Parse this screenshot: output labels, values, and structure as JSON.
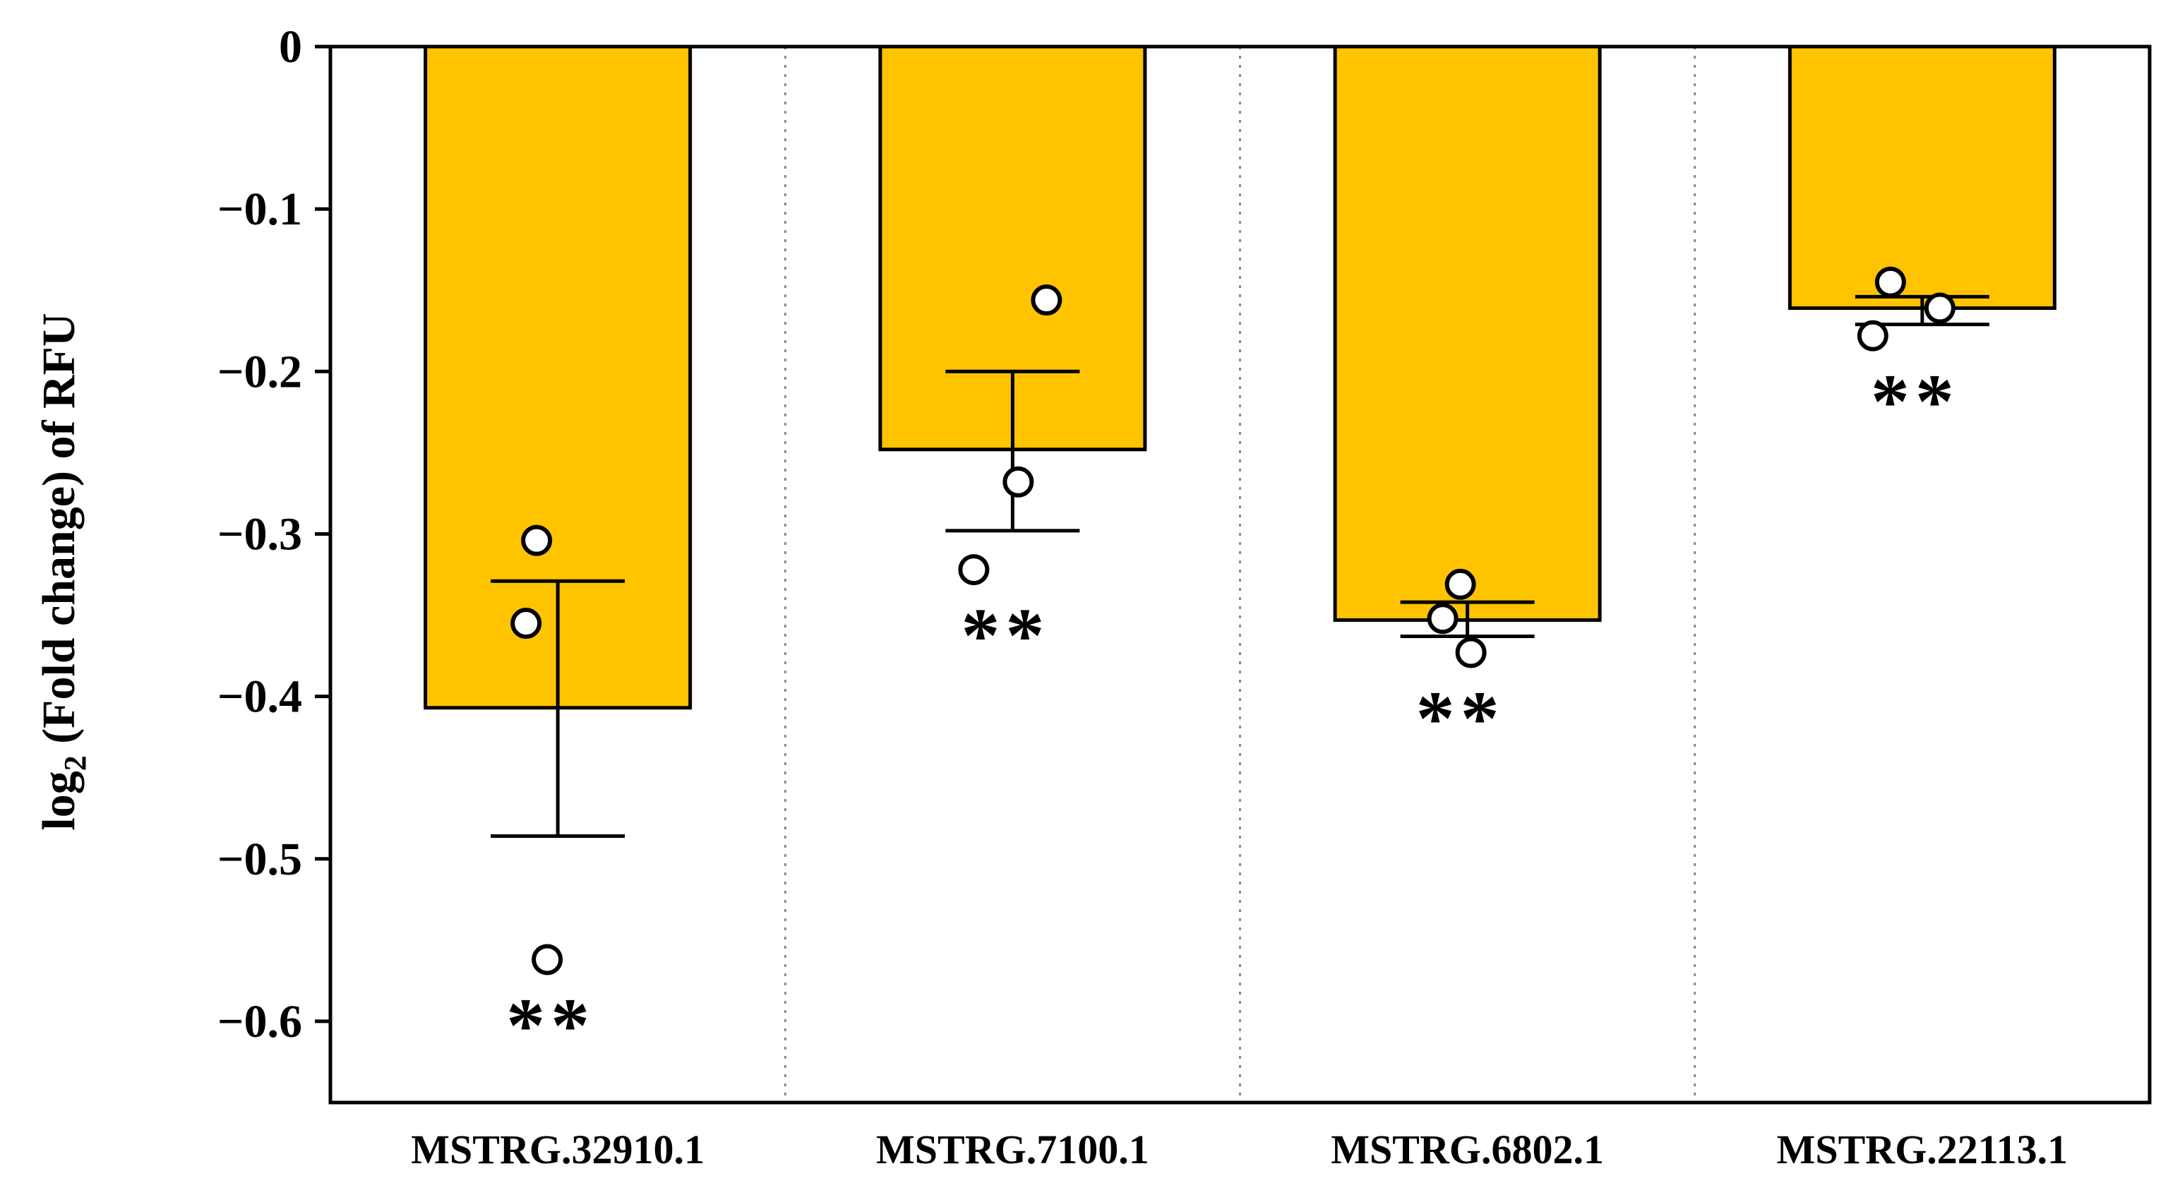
{
  "chart_data": {
    "type": "bar",
    "title": "",
    "ylabel_main": "log",
    "ylabel_sub": "2",
    "ylabel_rest": " (Fold change) of RFU",
    "xlabel": "",
    "categories": [
      "MSTRG.32910.1",
      "MSTRG.7100.1",
      "MSTRG.6802.1",
      "MSTRG.22113.1"
    ],
    "values": [
      -0.407,
      -0.248,
      -0.353,
      -0.161
    ],
    "error_low": [
      -0.486,
      -0.298,
      -0.363,
      -0.171
    ],
    "error_high": [
      -0.329,
      -0.2,
      -0.342,
      -0.154
    ],
    "points": [
      [
        -0.304,
        -0.355,
        -0.562
      ],
      [
        -0.156,
        -0.268,
        -0.322
      ],
      [
        -0.331,
        -0.352,
        -0.373
      ],
      [
        -0.145,
        -0.161,
        -0.178
      ]
    ],
    "significance": [
      "**",
      "**",
      "**",
      "**"
    ],
    "yticks": [
      0,
      -0.1,
      -0.2,
      -0.3,
      -0.4,
      -0.5,
      -0.6
    ],
    "ytick_labels": [
      "0",
      "−0.1",
      "−0.2",
      "−0.3",
      "−0.4",
      "−0.5",
      "−0.6"
    ],
    "ylim": [
      -0.65,
      0
    ],
    "grid": false,
    "category_separators": "dotted vertical lines",
    "colors": {
      "bar": "#FFC300",
      "edge": "#000000",
      "point_fill": "#ffffff",
      "separator": "#888888"
    }
  }
}
